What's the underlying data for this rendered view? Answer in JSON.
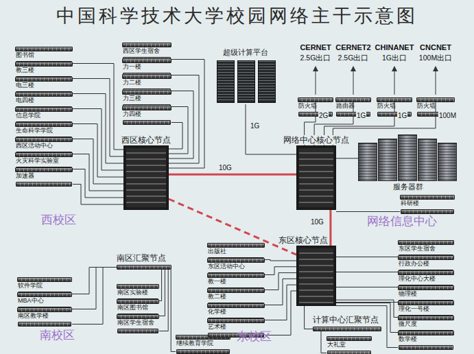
{
  "diagram": {
    "title": "中国科学技术大学校园网络主干示意图",
    "nodes": [
      {
        "text": [
          "西区核心节点"
        ]
      },
      {
        "text": [
          "图书馆"
        ]
      },
      {
        "text": [
          "教三楼"
        ]
      },
      {
        "text": [
          "电三楼"
        ]
      },
      {
        "text": [
          "电四楼"
        ]
      },
      {
        "text": [
          "信息学院"
        ]
      },
      {
        "text": [
          "生命科学学院"
        ]
      },
      {
        "text": [
          "西区活动中心"
        ]
      },
      {
        "text": [
          "火灾科学实验室"
        ]
      },
      {
        "text": [
          "加速器"
        ]
      },
      {
        "text": [
          "西区学生宿舍"
        ]
      },
      {
        "text": [
          "力一楼"
        ]
      },
      {
        "text": [
          "力二楼"
        ]
      },
      {
        "text": [
          "力三楼"
        ]
      },
      {
        "text": [
          "力四楼"
        ]
      },
      {
        "text": [
          "超级计算平台"
        ]
      },
      {
        "text": [
          "防火墙"
        ]
      },
      {
        "text": [
          "路由器"
        ]
      },
      {
        "text": [
          "防火墙"
        ]
      },
      {
        "text": [
          "防火墙"
        ]
      },
      {
        "text": [
          "网络中心核心节点"
        ]
      },
      {
        "text": [
          "服务器群"
        ]
      },
      {
        "text": [
          "科研楼"
        ]
      },
      {
        "text": [
          "南区汇聚节点"
        ]
      },
      {
        "text": [
          "软件学院"
        ]
      },
      {
        "text": [
          "MBA中心"
        ]
      },
      {
        "text": [
          "南区教学楼"
        ]
      },
      {
        "text": [
          "南区实验楼"
        ]
      },
      {
        "text": [
          "南区图书馆"
        ]
      },
      {
        "text": [
          "南区学生宿舍"
        ]
      },
      {
        "text": [
          "继续教育学院"
        ]
      },
      {
        "text": [
          "东区核心节点"
        ]
      },
      {
        "text": [
          "出版社"
        ]
      },
      {
        "text": [
          "东区活动中心"
        ]
      },
      {
        "text": [
          "教一楼"
        ]
      },
      {
        "text": [
          "教二楼"
        ]
      },
      {
        "text": [
          "化学楼"
        ]
      },
      {
        "text": [
          "艺术楼"
        ]
      },
      {
        "text": [
          "东区学生宿舍"
        ]
      },
      {
        "text": [
          "行政办公楼"
        ]
      },
      {
        "text": [
          "理化中心大楼"
        ]
      },
      {
        "text": [
          "物理楼"
        ]
      },
      {
        "text": [
          "理化一号楼"
        ]
      },
      {
        "text": [
          "微尺度"
        ]
      },
      {
        "text": [
          "数学楼"
        ]
      },
      {
        "text": [
          "计算中心汇聚节点"
        ]
      },
      {
        "text": [
          "大礼堂"
        ]
      }
    ],
    "edges": [
      {
        "from": 1,
        "to": 0,
        "arrow": "none"
      },
      {
        "from": 2,
        "to": 0,
        "arrow": "none"
      },
      {
        "from": 3,
        "to": 0,
        "arrow": "none"
      },
      {
        "from": 4,
        "to": 0,
        "arrow": "none"
      },
      {
        "from": 5,
        "to": 0,
        "arrow": "none"
      },
      {
        "from": 6,
        "to": 0,
        "arrow": "none"
      },
      {
        "from": 7,
        "to": 0,
        "arrow": "none"
      },
      {
        "from": 8,
        "to": 0,
        "arrow": "none"
      },
      {
        "from": 9,
        "to": 0,
        "arrow": "none"
      },
      {
        "from": 10,
        "to": 0,
        "arrow": "none"
      },
      {
        "from": 11,
        "to": 0,
        "arrow": "none"
      },
      {
        "from": 12,
        "to": 0,
        "arrow": "none"
      },
      {
        "from": 13,
        "to": 0,
        "arrow": "none"
      },
      {
        "from": 14,
        "to": 0,
        "arrow": "none"
      },
      {
        "from": 15,
        "to": 20,
        "label": "1G",
        "arrow": "none"
      },
      {
        "from": 16,
        "to": 20,
        "label": "2G",
        "arrow": "none"
      },
      {
        "from": 17,
        "to": 20,
        "label": "1G",
        "arrow": "none"
      },
      {
        "from": 18,
        "to": 20,
        "label": "1G",
        "arrow": "none"
      },
      {
        "from": 19,
        "to": 20,
        "label": "100M",
        "arrow": "none"
      },
      {
        "from": 0,
        "to": 20,
        "label": "10G",
        "arrow": "none"
      },
      {
        "from": 20,
        "to": 21,
        "arrow": "none"
      },
      {
        "from": 20,
        "to": 22,
        "arrow": "none"
      },
      {
        "from": 20,
        "to": 31,
        "label": "10G",
        "arrow": "none"
      },
      {
        "from": 0,
        "to": 31,
        "arrow": "none"
      },
      {
        "from": 23,
        "to": 24,
        "arrow": "none"
      },
      {
        "from": 23,
        "to": 25,
        "arrow": "none"
      },
      {
        "from": 23,
        "to": 26,
        "arrow": "none"
      },
      {
        "from": 23,
        "to": 27,
        "arrow": "none"
      },
      {
        "from": 23,
        "to": 28,
        "arrow": "none"
      },
      {
        "from": 23,
        "to": 29,
        "arrow": "none"
      },
      {
        "from": 23,
        "to": 30,
        "arrow": "none"
      },
      {
        "from": 31,
        "to": 32,
        "arrow": "none"
      },
      {
        "from": 31,
        "to": 33,
        "arrow": "none"
      },
      {
        "from": 31,
        "to": 34,
        "arrow": "none"
      },
      {
        "from": 31,
        "to": 35,
        "arrow": "none"
      },
      {
        "from": 31,
        "to": 36,
        "arrow": "none"
      },
      {
        "from": 31,
        "to": 37,
        "arrow": "none"
      },
      {
        "from": 31,
        "to": 38,
        "arrow": "none"
      },
      {
        "from": 31,
        "to": 39,
        "arrow": "none"
      },
      {
        "from": 31,
        "to": 40,
        "arrow": "none"
      },
      {
        "from": 31,
        "to": 41,
        "arrow": "none"
      },
      {
        "from": 31,
        "to": 42,
        "arrow": "none"
      },
      {
        "from": 31,
        "to": 43,
        "arrow": "none"
      },
      {
        "from": 31,
        "to": 44,
        "arrow": "none"
      },
      {
        "from": 31,
        "to": 45,
        "arrow": "none"
      },
      {
        "from": 45,
        "to": 46,
        "arrow": "none"
      }
    ],
    "labels": [
      "CERNET",
      "2.5G出口",
      "CERNET2",
      "2.5G出口",
      "CHINANET",
      "1G出口",
      "CNCNET",
      "100M出口",
      "西校区",
      "网络信息中心",
      "南校区",
      "东校区"
    ]
  }
}
